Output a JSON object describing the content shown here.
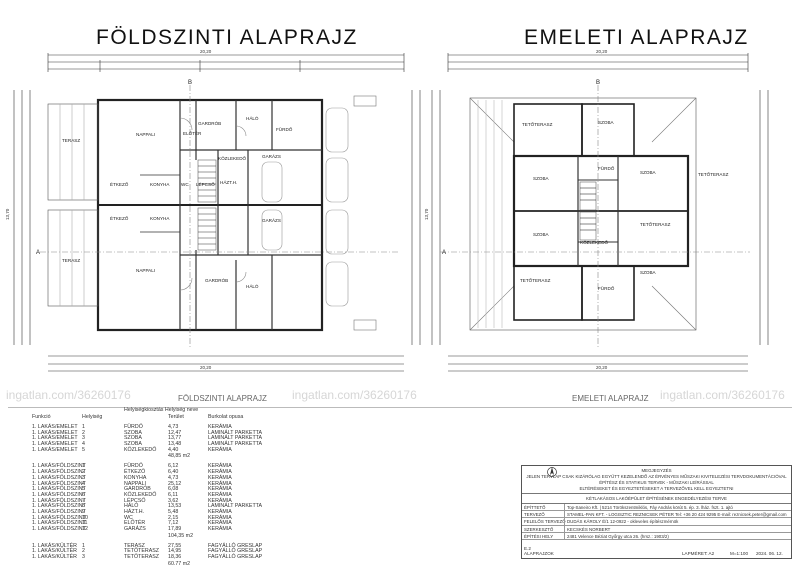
{
  "titles": {
    "ground": "FÖLDSZINTI ALAPRAJZ",
    "upper": "EMELETI ALAPRAJZ"
  },
  "captions": {
    "ground": "FÖLDSZINTI ALAPRAJZ",
    "upper": "EMELETI ALAPRAJZ"
  },
  "watermark": "ingatlan.com/36260176",
  "dimensions": {
    "ground_top": "20,20",
    "ground_bottom": "20,20",
    "upper_top": "20,20",
    "upper_bottom": "20,20",
    "ground_side": "13,70",
    "upper_side": "13,70"
  },
  "plan_labels": {
    "ground": {
      "terasz_1": "TERASZ",
      "nappali_1": "NAPPALI",
      "gardrob_1": "GARDRÓB",
      "halo_1": "HÁLÓ",
      "furdo_1": "FÜRDŐ",
      "eloter_1": "ELŐTÉR",
      "kozlekedo_1": "KÖZLEKEDŐ",
      "garazs_1": "GARÁZS",
      "etkezo_1": "ÉTKEZŐ",
      "konyha_1": "KONYHA",
      "wc_1": "WC",
      "lepcso_1": "LÉPCSŐ",
      "haztartas_1": "HÁZT.H.",
      "terasz_2": "TERASZ",
      "nappali_2": "NAPPALI",
      "gardrob_2": "GARDRÓB",
      "halo_2": "HÁLÓ",
      "etkezo_2": "ÉTKEZŐ",
      "konyha_2": "KONYHA",
      "garazs_2": "GARÁZS",
      "section_a": "A",
      "section_b": "B"
    },
    "upper": {
      "tetoterasz_1": "TETŐTERASZ",
      "szoba_1": "SZOBA",
      "furdo_1": "FÜRDŐ",
      "szoba_2": "SZOBA",
      "tetoterasz_2": "TETŐTERASZ",
      "szoba_3": "SZOBA",
      "kozlekedo": "KÖZLEKEDŐ",
      "tetoterasz_3": "TETŐTERASZ",
      "szoba_4": "SZOBA",
      "furdo_2": "FÜRDŐ",
      "tetoterasz_4": "TETŐTERASZ",
      "szoba_5": "SZOBA",
      "section_a": "A",
      "section_b": "B"
    }
  },
  "room_table": {
    "headers": {
      "funkcio": "Funkció",
      "helyiseg": "Helyiség",
      "helyiseg_neve": "Helyiségkiosztás Helyiség neve",
      "terulet": "Terület",
      "burkolat": "Burkolat opusa"
    },
    "groups": [
      {
        "rows": [
          [
            "1. LAKÁS/EMELET",
            "1",
            "FÜRDŐ",
            "4,73",
            "KERÁMIA"
          ],
          [
            "1. LAKÁS/EMELET",
            "2",
            "SZOBA",
            "12,47",
            "LAMINÁLT PARKETTA"
          ],
          [
            "1. LAKÁS/EMELET",
            "3",
            "SZOBA",
            "13,77",
            "LAMINÁLT PARKETTA"
          ],
          [
            "1. LAKÁS/EMELET",
            "4",
            "SZOBA",
            "13,48",
            "LAMINÁLT PARKETTA"
          ],
          [
            "1. LAKÁS/EMELET",
            "5",
            "KÖZLEKEDŐ",
            "4,40",
            "KERÁMIA"
          ]
        ],
        "total": "48,85 m2"
      },
      {
        "rows": [
          [
            "1. LAKÁS/FÖLDSZINT",
            "1",
            "FÜRDŐ",
            "6,12",
            "KERÁMIA"
          ],
          [
            "1. LAKÁS/FÖLDSZINT",
            "2",
            "ÉTKEZŐ",
            "6,40",
            "KERÁMIA"
          ],
          [
            "1. LAKÁS/FÖLDSZINT",
            "3",
            "KONYHA",
            "4,73",
            "KERÁMIA"
          ],
          [
            "1. LAKÁS/FÖLDSZINT",
            "4",
            "NAPPALI",
            "25,12",
            "KERÁMIA"
          ],
          [
            "1. LAKÁS/FÖLDSZINT",
            "5",
            "GARDRÓB",
            "6,08",
            "KERÁMIA"
          ],
          [
            "1. LAKÁS/FÖLDSZINT",
            "6",
            "KÖZLEKEDŐ",
            "6,11",
            "KERÁMIA"
          ],
          [
            "1. LAKÁS/FÖLDSZINT",
            "7",
            "LÉPCSŐ",
            "3,62",
            "KERÁMIA"
          ],
          [
            "1. LAKÁS/FÖLDSZINT",
            "8",
            "HÁLÓ",
            "13,53",
            "LAMINÁLT PARKETTA"
          ],
          [
            "1. LAKÁS/FÖLDSZINT",
            "9",
            "HÁZT.H.",
            "5,48",
            "KERÁMIA"
          ],
          [
            "1. LAKÁS/FÖLDSZINT",
            "10",
            "WC",
            "2,15",
            "KERÁMIA"
          ],
          [
            "1. LAKÁS/FÖLDSZINT",
            "11",
            "ELŐTÉR",
            "7,12",
            "KERÁMIA"
          ],
          [
            "1. LAKÁS/FÖLDSZINT",
            "12",
            "GARÁZS",
            "17,89",
            "KERÁMIA"
          ]
        ],
        "total": "104,35 m2"
      },
      {
        "rows": [
          [
            "1. LAKÁS/KÜLTÉR",
            "1",
            "TERASZ",
            "27,55",
            "FAGYÁLLÓ GRESLAP"
          ],
          [
            "1. LAKÁS/KÜLTÉR",
            "2",
            "TETŐTERASZ",
            "14,95",
            "FAGYÁLLÓ GRESLAP"
          ],
          [
            "1. LAKÁS/KÜLTÉR",
            "3",
            "TETŐTERASZ",
            "18,36",
            "FAGYÁLLÓ GRESLAP"
          ]
        ],
        "total": "60,77 m2"
      }
    ]
  },
  "title_block": {
    "note_heading": "MEGJEGYZÉS",
    "note_1": "JELEN TERVLAP CSAK KIZÁRÓLAG EGYÜTT KEZELENDŐ AZ ÉRVÉNYES MŰSZAKI KIVITELEZÉSI TERVDOKUMENTÁCIÓVAL",
    "note_2": "ÉPÍTÉSZ ÉS STATIKUS TERVEK - MŰSZAKI LEÍRÁSSAL",
    "note_3": "ELTÉRÉSEKET ÉS EGYEZTETÉSEKET A TERVEZŐVEL KELL EGYEZTETNI",
    "project": "KÉTLAKÁSOS LAKÓÉPÜLET ÉPÍTÉSÉNEK ENGEDÉLYEZÉSI TERVE",
    "rows": [
      [
        "ÉPÍTTETŐ",
        "Top-Saneiro Kft. | 5214 Törökszentmiklós, Fáy András körút 5. ép. 3. lház. fszt. 1. ajtó"
      ],
      [
        "TERVEZŐ",
        "STAMEL-PAN KFT. - LOGISZTIC REZNICSEK PÉTER  Tel: +36 20 424 9295  E-mail: reznicsek.peter@gmail.com"
      ],
      [
        "FELELŐS TERVEZŐ",
        "DUDÁS KÁROLY É/1 12-0922 - okleveles építészmérnök"
      ],
      [
        "SZERKESZTŐ",
        "KECSKÉS NORBERT"
      ],
      [
        "ÉPÍTÉSI HELY",
        "2481 Velence Béziat Győrgy utca 26. (hrsz.: 1903/2)"
      ]
    ],
    "sheet_no": "E.2",
    "sheet_title": "ALAPRAJZOK",
    "format_label": "LAPMÉRET: A2",
    "scale": "M=1:100",
    "date": "2024. 06. 12."
  }
}
